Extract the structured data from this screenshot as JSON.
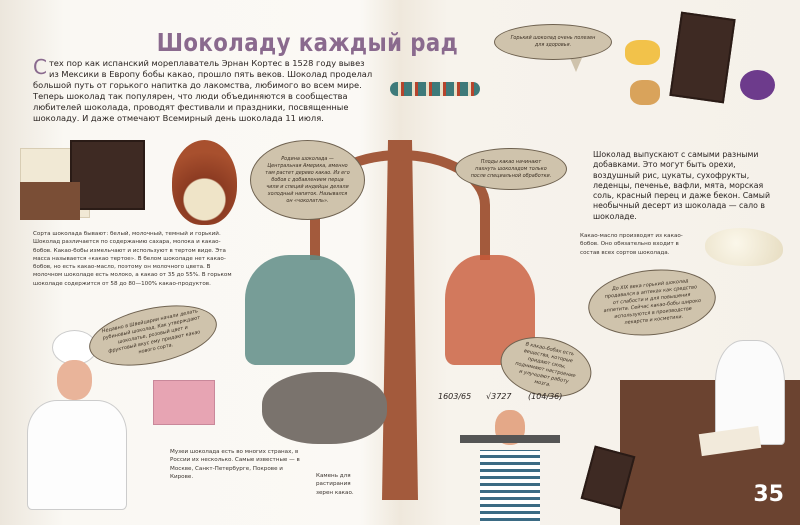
{
  "title": "Шоколаду каждый рад",
  "intro": {
    "drop_cap": "С",
    "text": " тех пор как испанский мореплаватель Эрнан Кортес в 1528 году вывез из Мексики в Европу бобы какао, прошло пять веков. Шоколад проделал большой путь от горького напитка до лакомства, любимого во всем мире. Теперь шоколад так популярен, что люди объединяются в сообщества любителей шоколада, проводят фестивали и праздники, посвященные шоколаду. И даже отмечают Всемирный день шоколада 11 июля."
  },
  "varieties_text": "Сорта шоколада бывают: белый, молочный, темный и горький. Шоколад различается по содержанию сахара, молока и какао-бобов. Какао-бобы измельчают и используют в тертом виде. Эта масса называется «какао тертое». В белом шоколаде нет какао-бобов, но есть какао-масло, поэтому он молочного цвета. В молочном шоколаде есть молоко, а какао от 35 до 55%. В горьком шоколаде содержится от 58 до 80—100% какао-продуктов.",
  "additives_text": "Шоколад выпускают с самыми разными добавками. Это могут быть орехи, воздушный рис, цукаты, сухофрукты, леденцы, печенье, вафли, мята, морская соль, красный перец и даже бекон. Самый необычный десерт из шоколада — сало в шоколаде.",
  "cocoa_butter_text": "Какао-масло производят из какао-бобов. Оно обязательно входит в состав всех сортов шоколада.",
  "museums_text": "Музеи шоколада есть во многих странах, в России их несколько. Самые известные — в Москве, Санкт-Петербурге, Покрове и Кирове.",
  "stone_caption": "Камень для растирания зерен какао.",
  "bubbles": {
    "homeland": "Родина шоколада — Центральная Америка, именно там растет дерево какао. Из его бобов с добавлением перца чили и специй индейцы делали холодный напиток. Назывался он «чоколатль».",
    "dark_healthy": "Горький шоколад очень полезен для здоровья.",
    "fruits": "Плоды какао начинают пахнуть шоколадом только после специальной обработки.",
    "pharmacy": "До XIX века горький шоколад продавался в аптеках как средство от слабости и для повышения аппетита. Сейчас какао-бобы широко используются в производстве лекарств и косметики.",
    "mood": "В какао-бобах есть вещества, которые придают силы, поднимают настроение и улучшают работу мозга.",
    "ruby": "Недавно в Швейцарии начали делать рубиновый шоколад. Как утверждают шоколатье, розовый цвет и фруктовый вкус ему придают какао нового сорта."
  },
  "math_notes": [
    "1603/65",
    "√3727",
    "(104/36)"
  ],
  "page_number": "35",
  "colors": {
    "title": "#8a6a8e",
    "bubble": "#cfc3ac",
    "chocolate": "#3e2a23",
    "counter": "#6b4330"
  }
}
